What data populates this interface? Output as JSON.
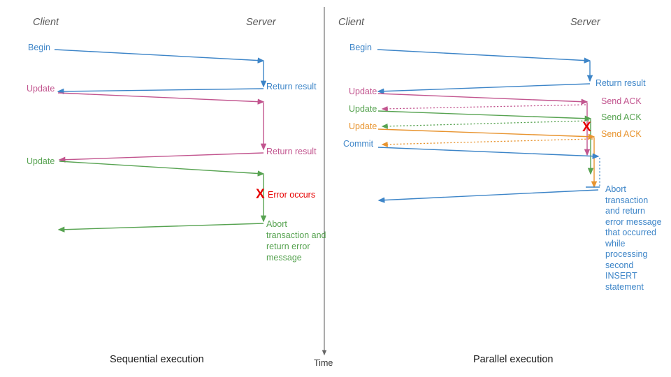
{
  "figure": {
    "colors": {
      "blue": "#3d85c8",
      "pink": "#c2558f",
      "green": "#57a351",
      "orange": "#e8942f",
      "red": "#e60000",
      "gray": "#595959",
      "divider": "#666666"
    },
    "divider_label": "Time"
  },
  "left_panel": {
    "caption": "Sequential execution",
    "client_lane": "Client",
    "server_lane": "Server",
    "messages": [
      {
        "id": "begin",
        "label": "Begin",
        "color": "blue"
      },
      {
        "id": "return1",
        "label": "Return result",
        "color": "blue"
      },
      {
        "id": "update1",
        "label": "Update",
        "color": "pink"
      },
      {
        "id": "return2",
        "label": "Return result",
        "color": "pink"
      },
      {
        "id": "update2",
        "label": "Update",
        "color": "green"
      },
      {
        "id": "error",
        "label": "Error occurs",
        "color": "red"
      },
      {
        "id": "abort",
        "label": "Abort transaction and return error message",
        "color": "green"
      }
    ],
    "error_marker": "X"
  },
  "right_panel": {
    "caption": "Parallel execution",
    "client_lane": "Client",
    "server_lane": "Server",
    "messages": [
      {
        "id": "begin",
        "label": "Begin",
        "color": "blue"
      },
      {
        "id": "return1",
        "label": "Return result",
        "color": "blue"
      },
      {
        "id": "update1",
        "label": "Update",
        "color": "pink"
      },
      {
        "id": "ack1",
        "label": "Send ACK",
        "color": "pink"
      },
      {
        "id": "update2",
        "label": "Update",
        "color": "green"
      },
      {
        "id": "ack2",
        "label": "Send ACK",
        "color": "green"
      },
      {
        "id": "update3",
        "label": "Update",
        "color": "orange"
      },
      {
        "id": "ack3",
        "label": "Send ACK",
        "color": "orange"
      },
      {
        "id": "commit",
        "label": "Commit",
        "color": "blue"
      },
      {
        "id": "abort",
        "label": "Abort transaction and return error message that occurred while processing second INSERT statement",
        "color": "blue"
      }
    ],
    "error_marker": "X"
  }
}
